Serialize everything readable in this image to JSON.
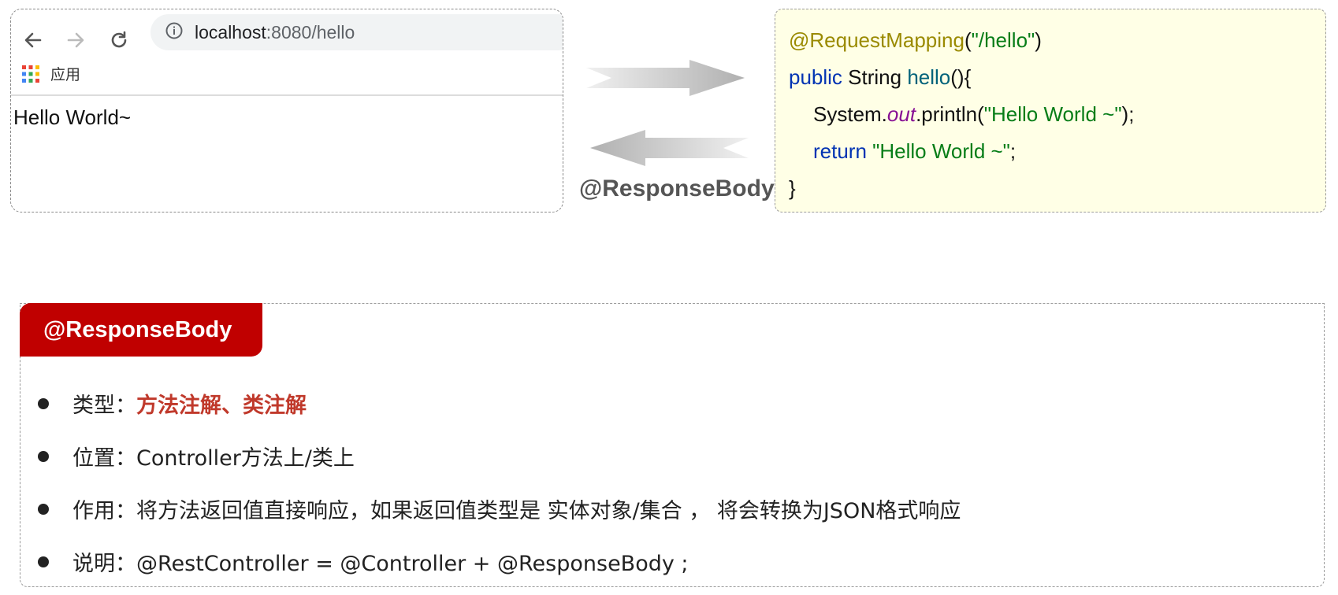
{
  "browser": {
    "url_host": "localhost",
    "url_port_path": ":8080/hello",
    "apps_label": "应用",
    "page_text": "Hello World~"
  },
  "arrows": {
    "response_label": "@ResponseBody"
  },
  "code": {
    "line1_annotation": "@RequestMapping",
    "line1_open": "(",
    "line1_string": "\"/hello\"",
    "line1_close": ")",
    "line2_kw": "public",
    "line2_type": " String ",
    "line2_fn": "hello",
    "line2_rest": "(){",
    "line3_prefix": "System.",
    "line3_field": "out",
    "line3_method": ".println(",
    "line3_string": "\"Hello World ~\"",
    "line3_end": ");",
    "line4_kw": "return",
    "line4_string": " \"Hello World ~\"",
    "line4_end": ";",
    "line5": "}"
  },
  "panel": {
    "title": "@ResponseBody",
    "items": [
      {
        "label": "类型：",
        "value": "方法注解、类注解"
      },
      {
        "label": "位置：",
        "value": "Controller方法上/类上"
      },
      {
        "label": "作用：",
        "value": "将方法返回值直接响应，如果返回值类型是 实体对象/集合 ， 将会转换为JSON格式响应"
      },
      {
        "label": "说明：",
        "value": "@RestController = @Controller + @ResponseBody ;"
      }
    ]
  },
  "colors": {
    "accent_red": "#c00000",
    "highlight_red": "#c0392b",
    "code_background": "#ffffe6"
  }
}
